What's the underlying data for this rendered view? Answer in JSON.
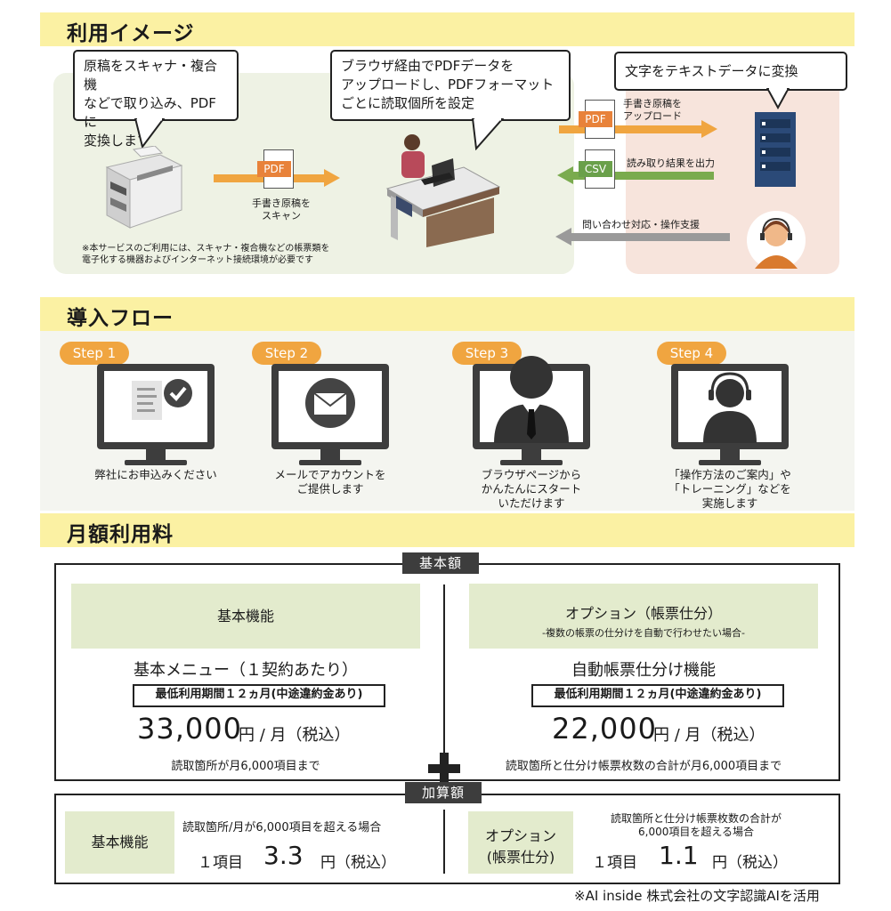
{
  "sections": {
    "usage_title": "利用イメージ",
    "flow_title": "導入フロー",
    "fee_title": "月額利用料"
  },
  "usage": {
    "bubble1": [
      "原稿をスキャナ・複合機",
      "などで取り込み、PDFに",
      "変換します"
    ],
    "bubble2": [
      "ブラウザ経由でPDFデータを",
      "アップロードし、PDFフォーマット",
      "ごとに読取個所を設定"
    ],
    "bubble3": "文字をテキストデータに変換",
    "scan_label": [
      "手書き原稿を",
      "スキャン"
    ],
    "upload_label": [
      "手書き原稿を",
      "アップロード"
    ],
    "output_label": "読み取り結果を出力",
    "support_label": "問い合わせ対応・操作支援",
    "note": [
      "※本サービスのご利用には、スキャナ・複合機などの帳票類を",
      "電子化する機器およびインターネット接続環境が必要です"
    ],
    "pdf_tag": "PDF",
    "csv_tag": "CSV"
  },
  "steps": [
    {
      "label": "Step 1",
      "caption": [
        "弊社にお申込みください"
      ],
      "icon": "document-check-icon"
    },
    {
      "label": "Step 2",
      "caption": [
        "メールでアカウントを",
        "ご提供します"
      ],
      "icon": "mail-icon"
    },
    {
      "label": "Step 3",
      "caption": [
        "ブラウザページから",
        "かんたんにスタート",
        "いただけます"
      ],
      "icon": "person-icon"
    },
    {
      "label": "Step 4",
      "caption": [
        "「操作方法のご案内」や",
        "「トレーニング」などを",
        "実施します"
      ],
      "icon": "headset-operator-icon"
    }
  ],
  "fee": {
    "base_tab": "基本額",
    "add_tab": "加算額",
    "left": {
      "title": "基本機能",
      "menu": "基本メニュー（１契約あたり）",
      "period": "最低利用期間１２ヵ月(中途違約金あり)",
      "price": "33,000",
      "unit": "円 / 月（税込）",
      "limit": "読取箇所が月6,000項目まで"
    },
    "right": {
      "title": "オプション（帳票仕分）",
      "subtitle": "-複数の帳票の仕分けを自動で行わせたい場合-",
      "menu": "自動帳票仕分け機能",
      "period": "最低利用期間１２ヵ月(中途違約金あり)",
      "price": "22,000",
      "unit": "円 / 月（税込）",
      "limit": "読取箇所と仕分け帳票枚数の合計が月6,000項目まで"
    },
    "add_left": {
      "title": "基本機能",
      "condition": "読取箇所/月が6,000項目を超える場合",
      "item": "１項目",
      "price": "3.3",
      "unit": "円（税込）"
    },
    "add_right": {
      "title": [
        "オプション",
        "(帳票仕分)"
      ],
      "condition": [
        "読取箇所と仕分け帳票枚数の合計が",
        "6,000項目を超える場合"
      ],
      "item": "１項目",
      "price": "1.1",
      "unit": "円（税込）"
    },
    "footnote": "※AI inside 株式会社の文字認識AIを活用"
  },
  "colors": {
    "band": "#fbf1a3",
    "green_bg": "#eef2e4",
    "pink_bg": "#f7e4dc",
    "orange": "#f0a540",
    "green_arrow": "#7aab4e",
    "gray_arrow": "#9a9a9a",
    "server_blue": "#2b4a78"
  }
}
